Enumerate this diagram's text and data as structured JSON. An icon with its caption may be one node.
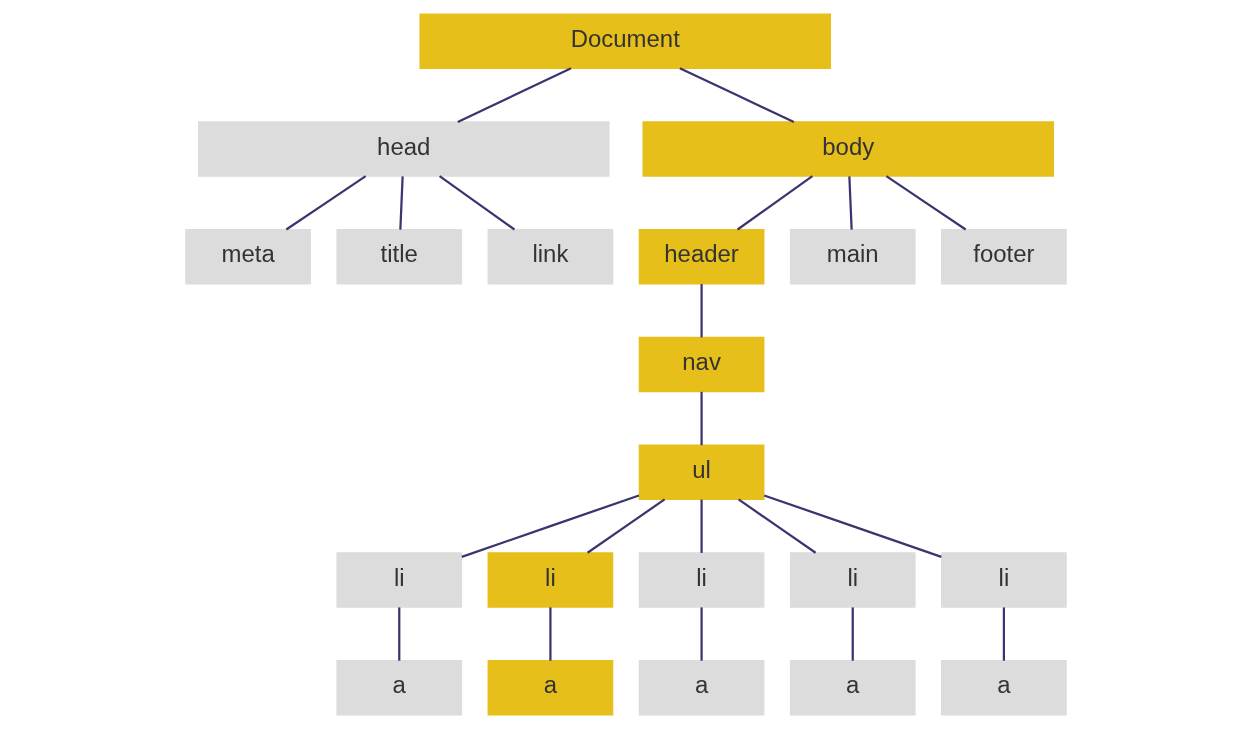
{
  "diagram": {
    "nodes": [
      {
        "text": [
          "Document"
        ]
      },
      {
        "text": [
          "head"
        ]
      },
      {
        "text": [
          "body"
        ]
      },
      {
        "text": [
          "meta"
        ]
      },
      {
        "text": [
          "title"
        ]
      },
      {
        "text": [
          "link"
        ]
      },
      {
        "text": [
          "header"
        ]
      },
      {
        "text": [
          "main"
        ]
      },
      {
        "text": [
          "footer"
        ]
      },
      {
        "text": [
          "nav"
        ]
      },
      {
        "text": [
          "ul"
        ]
      },
      {
        "text": [
          "li"
        ]
      },
      {
        "text": [
          "li"
        ]
      },
      {
        "text": [
          "li"
        ]
      },
      {
        "text": [
          "li"
        ]
      },
      {
        "text": [
          "li"
        ]
      },
      {
        "text": [
          "a"
        ]
      },
      {
        "text": [
          "a"
        ]
      },
      {
        "text": [
          "a"
        ]
      },
      {
        "text": [
          "a"
        ]
      },
      {
        "text": [
          "a"
        ]
      }
    ],
    "edges": [
      {
        "from": 0,
        "to": 1,
        "arrow": "none"
      },
      {
        "from": 0,
        "to": 2,
        "arrow": "none"
      },
      {
        "from": 1,
        "to": 3,
        "arrow": "none"
      },
      {
        "from": 1,
        "to": 4,
        "arrow": "none"
      },
      {
        "from": 1,
        "to": 5,
        "arrow": "none"
      },
      {
        "from": 2,
        "to": 6,
        "arrow": "none"
      },
      {
        "from": 2,
        "to": 7,
        "arrow": "none"
      },
      {
        "from": 2,
        "to": 8,
        "arrow": "none"
      },
      {
        "from": 6,
        "to": 9,
        "arrow": "none"
      },
      {
        "from": 9,
        "to": 10,
        "arrow": "none"
      },
      {
        "from": 10,
        "to": 11,
        "arrow": "none"
      },
      {
        "from": 10,
        "to": 12,
        "arrow": "none"
      },
      {
        "from": 10,
        "to": 13,
        "arrow": "none"
      },
      {
        "from": 10,
        "to": 14,
        "arrow": "none"
      },
      {
        "from": 10,
        "to": 15,
        "arrow": "none"
      },
      {
        "from": 11,
        "to": 16,
        "arrow": "none"
      },
      {
        "from": 12,
        "to": 17,
        "arrow": "none"
      },
      {
        "from": 13,
        "to": 18,
        "arrow": "none"
      },
      {
        "from": 14,
        "to": 19,
        "arrow": "none"
      },
      {
        "from": 15,
        "to": 20,
        "arrow": "none"
      }
    ]
  }
}
